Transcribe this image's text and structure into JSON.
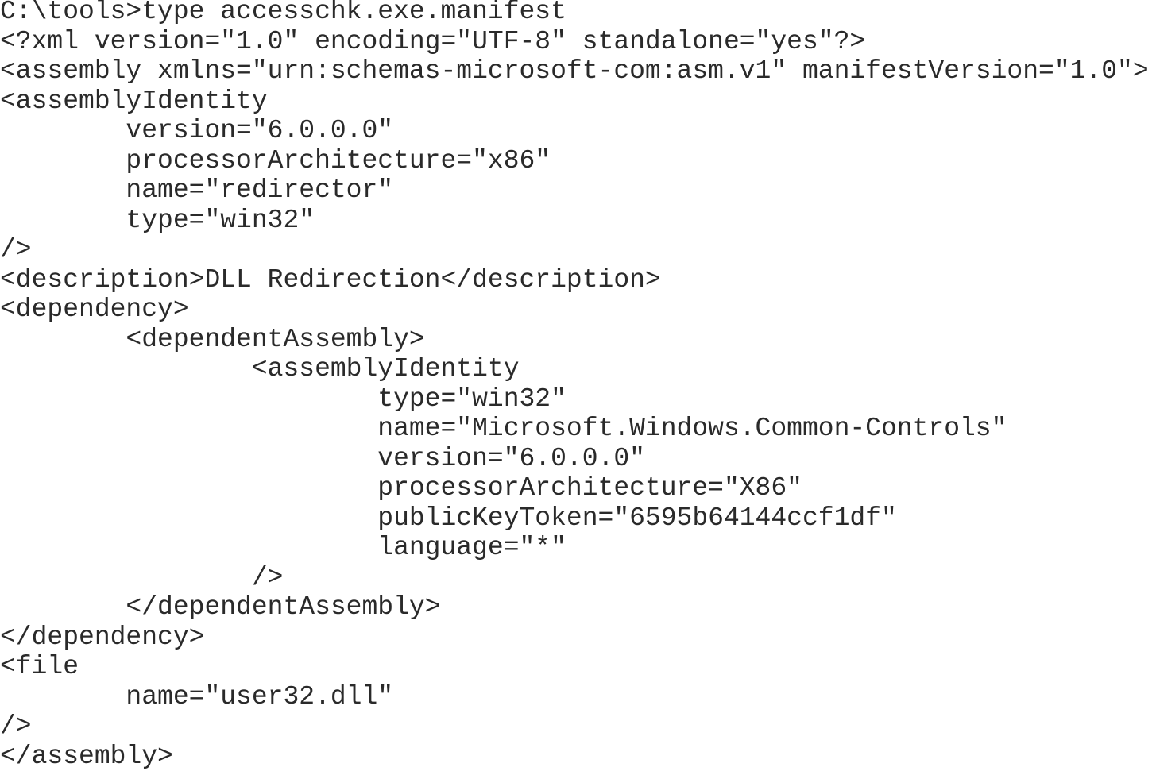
{
  "console": {
    "lines": [
      "C:\\tools>type accesschk.exe.manifest",
      "<?xml version=\"1.0\" encoding=\"UTF-8\" standalone=\"yes\"?>",
      "<assembly xmlns=\"urn:schemas-microsoft-com:asm.v1\" manifestVersion=\"1.0\">",
      "<assemblyIdentity",
      "        version=\"6.0.0.0\"",
      "        processorArchitecture=\"x86\"",
      "        name=\"redirector\"",
      "        type=\"win32\"",
      "/>",
      "<description>DLL Redirection</description>",
      "<dependency>",
      "        <dependentAssembly>",
      "                <assemblyIdentity",
      "                        type=\"win32\"",
      "                        name=\"Microsoft.Windows.Common-Controls\"",
      "                        version=\"6.0.0.0\"",
      "                        processorArchitecture=\"X86\"",
      "                        publicKeyToken=\"6595b64144ccf1df\"",
      "                        language=\"*\"",
      "                />",
      "        </dependentAssembly>",
      "</dependency>",
      "<file",
      "        name=\"user32.dll\"",
      "/>",
      "</assembly>"
    ]
  }
}
